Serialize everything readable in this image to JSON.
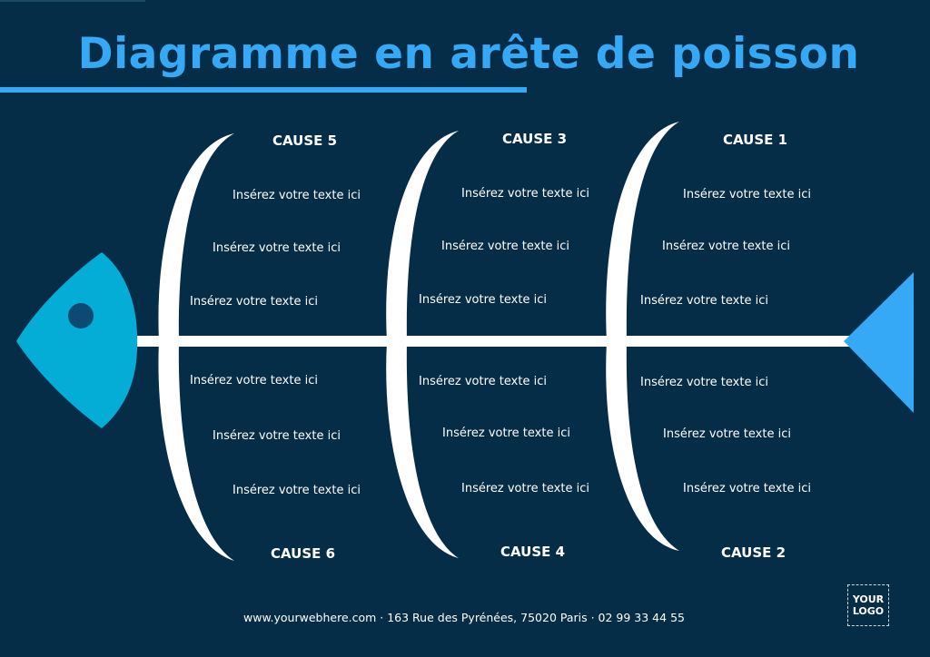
{
  "title": "Diagramme en arête de poisson",
  "colors": {
    "background": "#062d47",
    "title_accent": "#35a9f5",
    "head": "#04add6",
    "eye": "#0d4a73",
    "tail": "#35a9f5",
    "bones": "#ffffff"
  },
  "icons": {
    "head": "fish-head-icon",
    "eye": "fish-eye-icon",
    "tail": "fish-tail-icon"
  },
  "causes": [
    {
      "label": "CAUSE 5",
      "position": "top-left",
      "items": [
        "Insérez votre texte ici",
        "Insérez votre texte ici",
        "Insérez votre texte ici"
      ]
    },
    {
      "label": "CAUSE 3",
      "position": "top-center",
      "items": [
        "Insérez votre texte ici",
        "Insérez votre texte ici",
        "Insérez votre texte ici"
      ]
    },
    {
      "label": "CAUSE 1",
      "position": "top-right",
      "items": [
        "Insérez votre texte ici",
        "Insérez votre texte ici",
        "Insérez votre texte ici"
      ]
    },
    {
      "label": "CAUSE 6",
      "position": "bottom-left",
      "items": [
        "Insérez votre texte ici",
        "Insérez votre texte ici",
        "Insérez votre texte ici"
      ]
    },
    {
      "label": "CAUSE 4",
      "position": "bottom-center",
      "items": [
        "Insérez votre texte ici",
        "Insérez votre texte ici",
        "Insérez votre texte ici"
      ]
    },
    {
      "label": "CAUSE 2",
      "position": "bottom-right",
      "items": [
        "Insérez votre texte ici",
        "Insérez votre texte ici",
        "Insérez votre texte ici"
      ]
    }
  ],
  "footer": "www.yourwebhere.com · 163 Rue des Pyrénées, 75020 Paris · 02 99 33 44 55",
  "logo": {
    "line1": "YOUR",
    "line2": "LOGO"
  }
}
